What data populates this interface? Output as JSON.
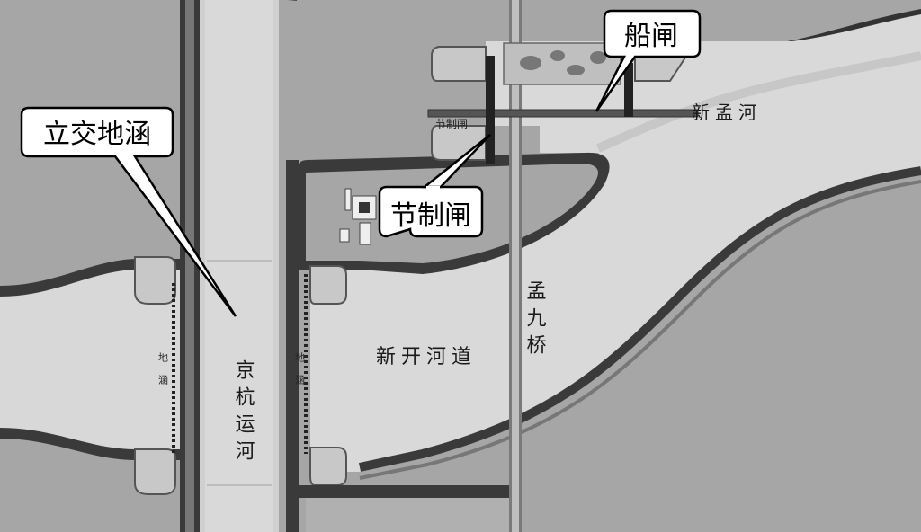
{
  "labels": {
    "ship_lock": "船闸",
    "xinmeng_river": "新孟河",
    "check_gate_small": "节制闸",
    "check_gate_callout": "节制闸",
    "interchange_culvert": "立交地涵",
    "culvert_left": "地涵",
    "culvert_right": "地涵",
    "grand_canal": "京杭运河",
    "new_channel": "新开河道",
    "mengjiu_bridge": "孟九桥"
  },
  "colors": {
    "ground": "#a9a9a9",
    "road": "#cfcfcf",
    "water": "#d8d8d8",
    "dark_wall": "#2e2e2e",
    "mid_wall": "#5a5a5a",
    "callout_fill": "#ffffff",
    "callout_stroke": "#000000"
  }
}
